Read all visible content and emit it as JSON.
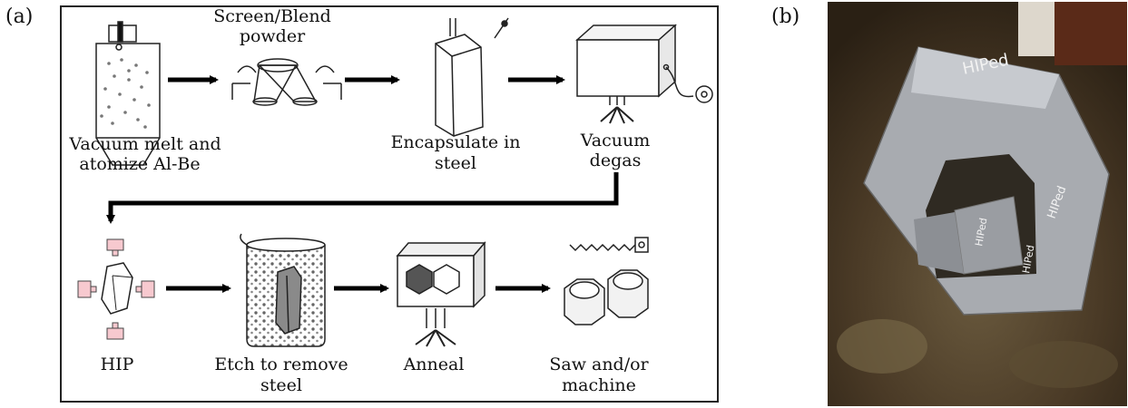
{
  "panels": {
    "a": "(a)",
    "b": "(b)"
  },
  "steps": [
    {
      "id": "atomize",
      "lines": [
        "Vacuum melt and",
        "atomize Al-Be"
      ]
    },
    {
      "id": "blend",
      "lines": [
        "Screen/Blend",
        "powder"
      ]
    },
    {
      "id": "encapsulate",
      "lines": [
        "Encapsulate in",
        "steel"
      ]
    },
    {
      "id": "degas",
      "lines": [
        "Vacuum",
        "degas"
      ]
    },
    {
      "id": "hip",
      "lines": [
        "HIP"
      ]
    },
    {
      "id": "etch",
      "lines": [
        "Etch to remove",
        "steel"
      ]
    },
    {
      "id": "anneal",
      "lines": [
        "Anneal"
      ]
    },
    {
      "id": "saw",
      "lines": [
        "Saw and/or",
        "machine"
      ]
    }
  ],
  "photo": {
    "writings": [
      "HIPed",
      "HIPed",
      "HIPed",
      "HIPed"
    ]
  }
}
